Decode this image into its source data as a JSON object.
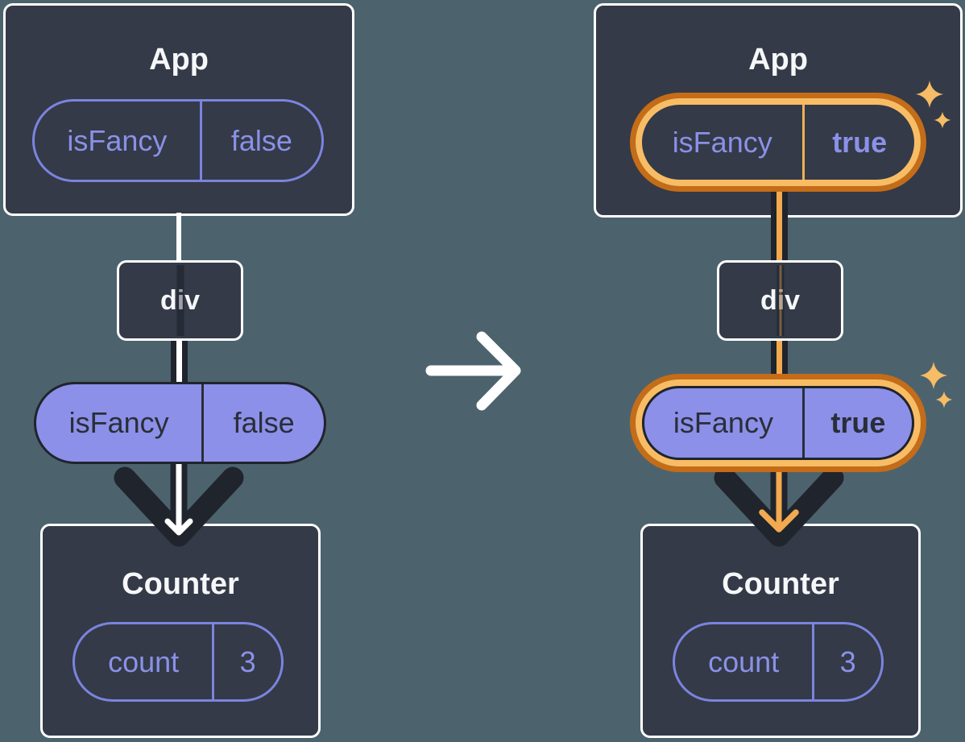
{
  "colors": {
    "background": "#4C636E",
    "card_background": "#343A47",
    "card_border": "#FFFFFF",
    "title_text": "#F6F7F9",
    "purple_fill": "#8C90E9",
    "purple_outline": "#7B84DF",
    "purple_text": "#8A91E8",
    "dark_text": "#2A2E38",
    "arrow_dark": "#20242C",
    "highlight_orange_outer": "#C46C18",
    "highlight_orange_inner": "#F8BD64",
    "highlight_orange_line": "#F3A94F",
    "sparkle": "#F6BC66"
  },
  "before": {
    "app": {
      "title": "App",
      "state": {
        "key": "isFancy",
        "value": "false"
      }
    },
    "div_label": "div",
    "prop": {
      "key": "isFancy",
      "value": "false"
    },
    "counter": {
      "title": "Counter",
      "state": {
        "key": "count",
        "value": "3"
      }
    }
  },
  "after": {
    "app": {
      "title": "App",
      "state": {
        "key": "isFancy",
        "value": "true"
      }
    },
    "div_label": "div",
    "prop": {
      "key": "isFancy",
      "value": "true"
    },
    "counter": {
      "title": "Counter",
      "state": {
        "key": "count",
        "value": "3"
      }
    }
  },
  "icons": {
    "transition_arrow": "right-arrow",
    "sparkle": "four-point-star"
  }
}
